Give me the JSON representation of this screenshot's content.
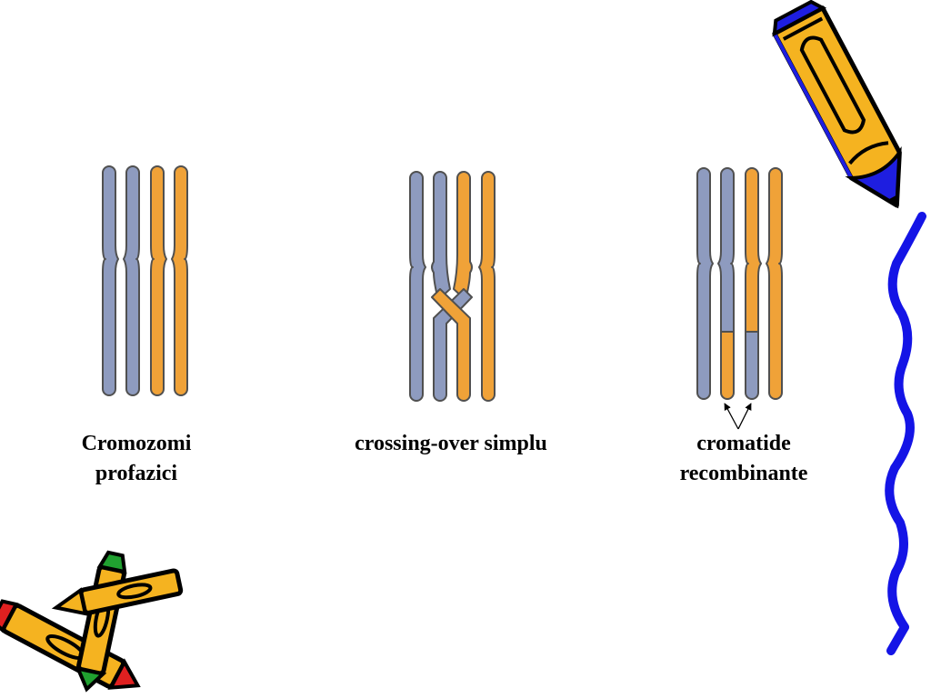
{
  "colors": {
    "maternal": "#8E9BBF",
    "paternal": "#F0A238",
    "outline": "#505050",
    "pencil_body": "#F5B320",
    "pencil_tip_blue": "#1E1EE0",
    "pencil_tip_red": "#E02020",
    "pencil_tip_green": "#20A030",
    "squiggle": "#1414E6"
  },
  "panels": [
    {
      "id": "prophase",
      "caption_lines": [
        "Cromozomi",
        "profazici"
      ]
    },
    {
      "id": "single-crossover",
      "caption_lines": [
        "crossing-over simplu"
      ]
    },
    {
      "id": "recombinant",
      "caption_lines": [
        "cromatide",
        "recombinante"
      ]
    }
  ],
  "decorations": {
    "top_right": "pencil-clipart-icon",
    "bottom_left": "crossed-crayons-clipart-icon",
    "right_edge": "blue-squiggle-line"
  }
}
